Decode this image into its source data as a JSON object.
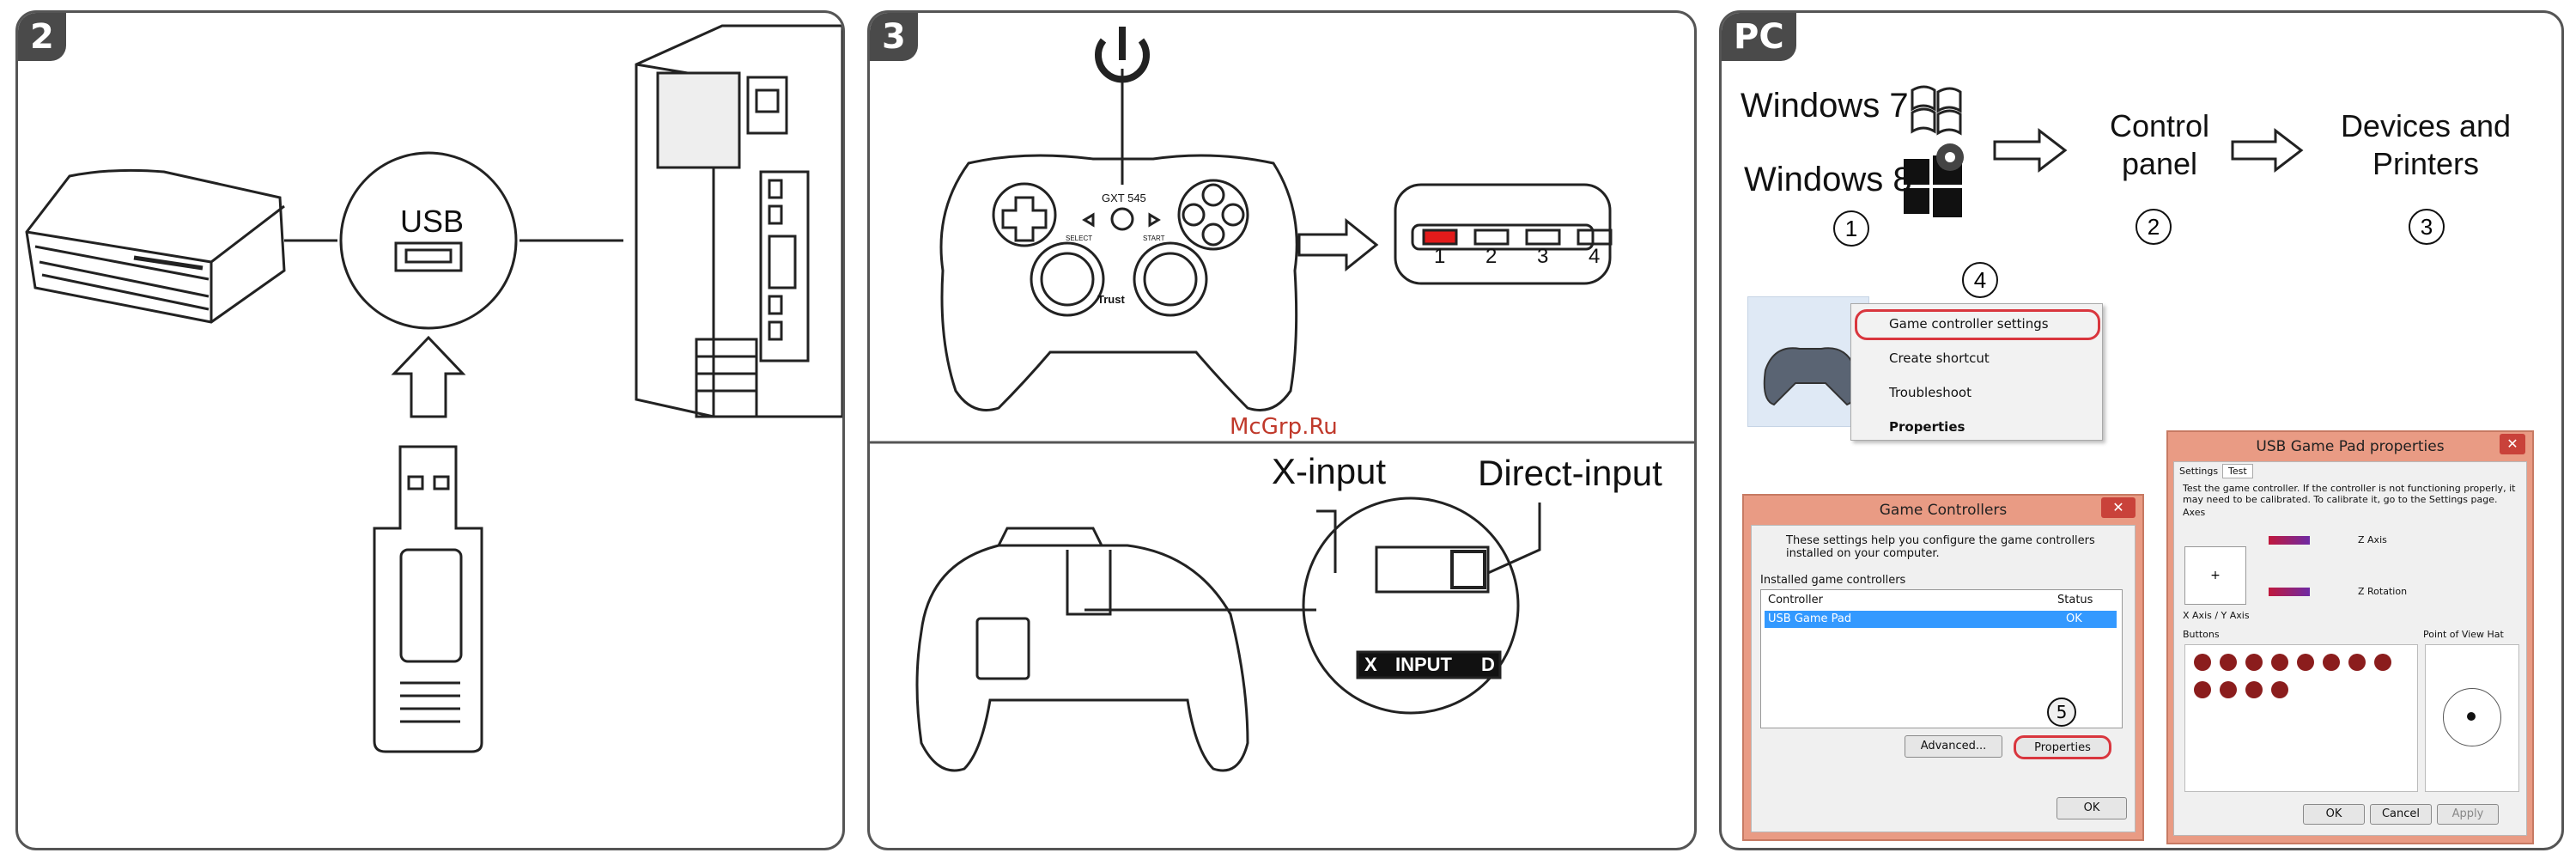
{
  "panels": {
    "p2": {
      "badge": "2",
      "usb_label": "USB"
    },
    "p3": {
      "badge": "3",
      "gamepad_brand": "GXT 545",
      "gamepad_logo": "Trust",
      "select_label": "SELECT",
      "start_label": "START",
      "leds": [
        "1",
        "2",
        "3",
        "4"
      ],
      "xinput_label": "X-input",
      "directinput_label": "Direct-input",
      "switch_x": "X",
      "switch_mid": "INPUT",
      "switch_d": "D"
    },
    "pc": {
      "badge": "PC",
      "win7": "Windows 7",
      "win8": "Windows 8",
      "control_panel": "Control panel",
      "devices_printers": "Devices and Printers",
      "steps": [
        "1",
        "2",
        "3",
        "4",
        "5"
      ],
      "context_menu": [
        "Game controller settings",
        "Create shortcut",
        "Troubleshoot",
        "Properties"
      ],
      "gc_dialog": {
        "title": "Game Controllers",
        "intro": "These settings help you configure the game controllers installed on your computer.",
        "installed": "Installed game controllers",
        "col_controller": "Controller",
        "col_status": "Status",
        "row_name": "USB Game Pad",
        "row_status": "OK",
        "advanced": "Advanced...",
        "properties": "Properties",
        "ok": "OK"
      },
      "props_dialog": {
        "title": "USB Game Pad  properties",
        "tab_settings": "Settings",
        "tab_test": "Test",
        "desc": "Test the game controller.  If the controller is not functioning properly, it may need to be calibrated.  To calibrate it, go to the Settings page.",
        "axes": "Axes",
        "z_axis": "Z Axis",
        "z_rotation": "Z Rotation",
        "xy_axis": "X Axis / Y Axis",
        "buttons": "Buttons",
        "pov": "Point of View Hat",
        "ok": "OK",
        "cancel": "Cancel",
        "apply": "Apply",
        "button_count_row1": 8,
        "button_count_row2": 4
      }
    }
  },
  "watermark": "McGrp.Ru",
  "colors": {
    "led_on": "#e31b1b",
    "highlight": "#d9363e",
    "selection": "#3399ff",
    "window_frame": "#e99b84"
  }
}
